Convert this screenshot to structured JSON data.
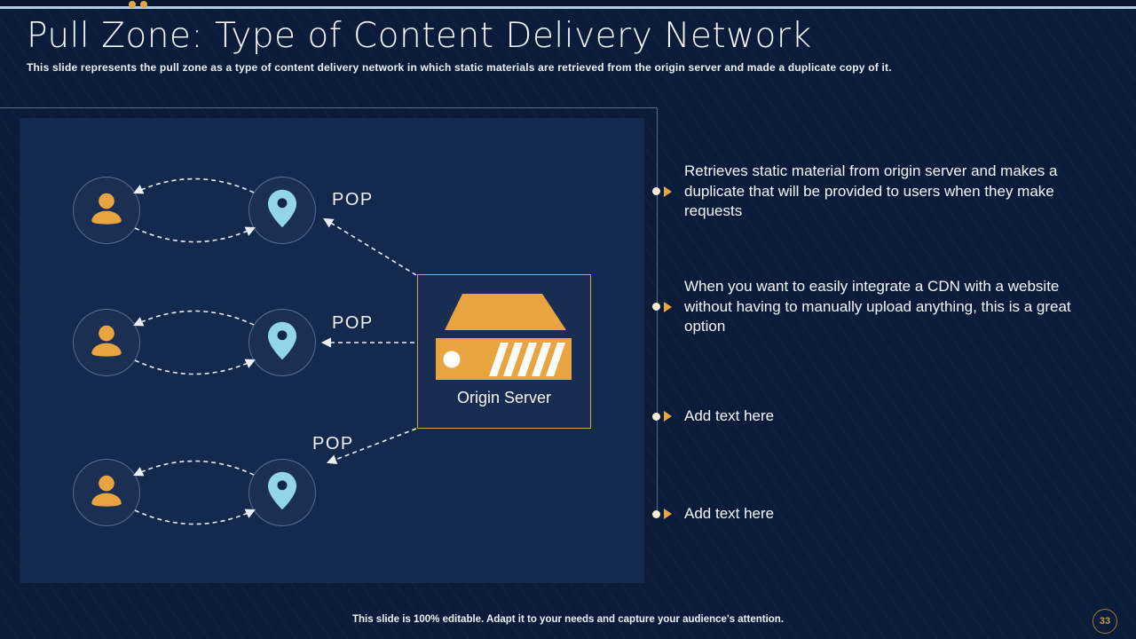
{
  "slide": {
    "title": "Pull Zone: Type of Content Delivery Network",
    "subtitle": "This slide represents the pull zone as a type of content delivery network in which static materials are retrieved from the origin server and made a duplicate copy of it.",
    "footer": "This slide is 100% editable. Adapt it to your needs and capture your audience's attention.",
    "page_number": "33"
  },
  "diagram": {
    "rows": [
      {
        "user_icon": "user-icon",
        "pop_icon": "location-pin-icon",
        "pop_label": "POP"
      },
      {
        "user_icon": "user-icon",
        "pop_icon": "location-pin-icon",
        "pop_label": "POP"
      },
      {
        "user_icon": "user-icon",
        "pop_icon": "location-pin-icon",
        "pop_label": "POP"
      }
    ],
    "origin_server": {
      "icon": "server-icon",
      "label": "Origin Server"
    }
  },
  "bullets": [
    {
      "text": "Retrieves static material from origin server and makes a duplicate that will be provided to users when they make requests"
    },
    {
      "text": "When you want to easily integrate a CDN with a website without having to manually upload anything, this is a great option"
    },
    {
      "text": "Add text here"
    },
    {
      "text": "Add text here"
    }
  ],
  "colors": {
    "background": "#0b1c3a",
    "panel": "#14294e",
    "accent_orange": "#e8a43e",
    "pin_light_blue": "#92d4e8",
    "top_line_blue": "#aecbe4",
    "origin_border_tan": "#c7a55f",
    "bullet_dot_cream": "#f6ecd3",
    "text_white": "#f4f7fa",
    "page_gold": "#c49b4b"
  }
}
